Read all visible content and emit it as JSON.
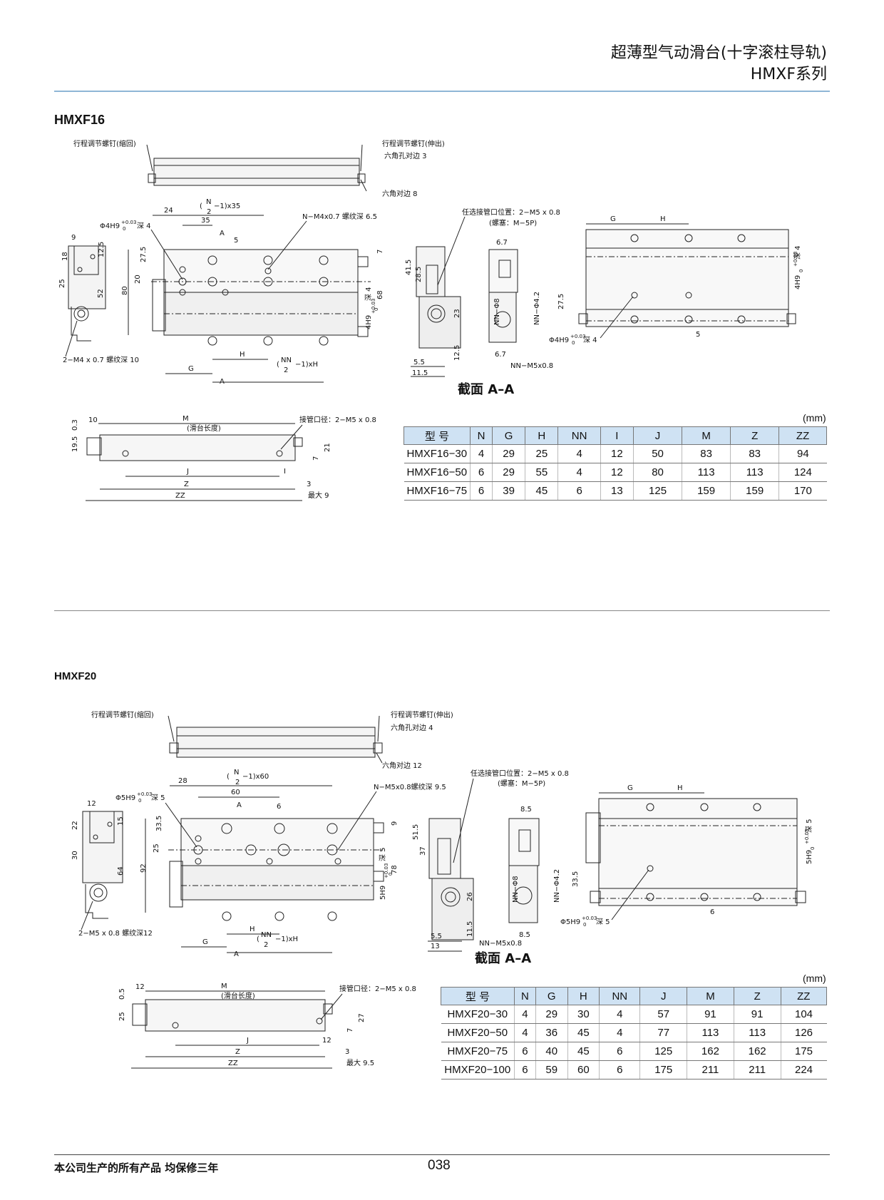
{
  "header": {
    "title_line1": "超薄型气动滑台(十字滚柱导轨)",
    "title_line2": "HMXF系列"
  },
  "s1": {
    "title": "HMXF16",
    "caption": "截面 A–A",
    "unit": "(mm)",
    "labels": {
      "retract": "行程调节螺钉(缩回)",
      "extend": "行程调节螺钉(伸出)",
      "hex_hole": "六角孔对边 3",
      "hex_flat": "六角对边 8",
      "n_spacing_a": "(",
      "n_spacing_n": "N",
      "n_spacing_2": "2",
      "n_spacing_b": "−1)x35",
      "d24": "24",
      "d35": "35",
      "dA": "A",
      "d5": "5",
      "phi": "Φ4H9",
      "phi_tol": "+0.03",
      "phi_tol0": "0",
      "phi_depth": "深 4",
      "n_m4": "N−M4x0.7 螺纹深 6.5",
      "opt_port": "任选接管口位置：2−M5 x 0.8",
      "plug": "(螺塞：M−5P)",
      "d9": "9",
      "d18": "18",
      "d12_5": "12.5",
      "d25": "25",
      "d52": "52",
      "d27_5": "27.5",
      "d20": "20",
      "d80": "80",
      "d7": "7",
      "d68": "68",
      "deep4": "深 4",
      "h9": "4H9",
      "h9_tol": "+0.03",
      "h9_tol0": "0",
      "m4_bottom": "2−M4 x 0.7 螺纹深 10",
      "dH": "H",
      "dG": "G",
      "nn_a": "(",
      "nn_n": "NN",
      "nn_2": "2",
      "nn_b": "−1)xH",
      "d41_5": "41.5",
      "d28_5": "28.5",
      "d23": "23",
      "d12_5b": "12.5",
      "d5_5": "5.5",
      "d11_5": "11.5",
      "d6_7": "6.7",
      "nn_phi8": "NN−Φ8",
      "nn_phi4_2": "NN−Φ4.2",
      "d6_7b": "6.7",
      "nn_m5": "NN−M5x0.8",
      "rG": "G",
      "rH": "H",
      "r27_5": "27.5",
      "r_phi": "Φ4H9",
      "r_phi_tol": "+0.03",
      "r_phi_tol0": "0",
      "r_depth": "深 4",
      "r5": "5",
      "r_h9": "4H9",
      "r_h9_tol": "+0.03",
      "r_h9_tol0": "0",
      "r_deep": "深 4",
      "b10": "10",
      "bM": "M",
      "b_slide": "(滑台长度)",
      "b_port": "接管口径：2−M5 x 0.8",
      "b0_3": "0.3",
      "b19_5": "19.5",
      "b21": "21",
      "b7": "7",
      "bJ": "J",
      "bI": "I",
      "bZ": "Z",
      "b3": "3",
      "bZZ": "ZZ",
      "b_max": "最大 9"
    },
    "table": {
      "headers": [
        "型 号",
        "N",
        "G",
        "H",
        "NN",
        "I",
        "J",
        "M",
        "Z",
        "ZZ"
      ],
      "rows": [
        [
          "HMXF16−30",
          "4",
          "29",
          "25",
          "4",
          "12",
          "50",
          "83",
          "83",
          "94"
        ],
        [
          "HMXF16−50",
          "6",
          "29",
          "55",
          "4",
          "12",
          "80",
          "113",
          "113",
          "124"
        ],
        [
          "HMXF16−75",
          "6",
          "39",
          "45",
          "6",
          "13",
          "125",
          "159",
          "159",
          "170"
        ]
      ]
    }
  },
  "s2": {
    "title": "HMXF20",
    "caption": "截面 A–A",
    "unit": "(mm)",
    "labels": {
      "retract": "行程调节螺钉(缩回)",
      "extend": "行程调节螺钉(伸出)",
      "hex_hole": "六角孔对边 4",
      "hex_flat": "六角对边 12",
      "n_spacing_a": "(",
      "n_spacing_n": "N",
      "n_spacing_2": "2",
      "n_spacing_b": "−1)x60",
      "d28": "28",
      "d60": "60",
      "dA": "A",
      "d6": "6",
      "phi": "Φ5H9",
      "phi_tol": "+0.03",
      "phi_tol0": "0",
      "phi_depth": "深 5",
      "n_m5": "N−M5x0.8螺纹深 9.5",
      "opt_port": "任选接管口位置：2−M5 x 0.8",
      "plug": "(螺塞：M−5P)",
      "d12": "12",
      "d22": "22",
      "d15": "15",
      "d30": "30",
      "d64": "64",
      "d33_5": "33.5",
      "d25": "25",
      "d92": "92",
      "d9": "9",
      "d78": "78",
      "deep5": "深 5",
      "h9": "5H9",
      "h9_tol": "+0.03",
      "h9_tol0": "0",
      "m5_bottom": "2−M5 x 0.8 螺纹深12",
      "dH": "H",
      "dG": "G",
      "nn_a": "(",
      "nn_n": "NN",
      "nn_2": "2",
      "nn_b": "−1)xH",
      "d51_5": "51.5",
      "d37": "37",
      "d26": "26",
      "d11_5": "11.5",
      "d5_5": "5.5",
      "d13": "13",
      "d8_5": "8.5",
      "nn_phi8": "NN−Φ8",
      "nn_phi4_2": "NN−Φ4.2",
      "d8_5b": "8.5",
      "nn_m5": "NN−M5x0.8",
      "rG": "G",
      "rH": "H",
      "r33_5": "33.5",
      "r_phi": "Φ5H9",
      "r_phi_tol": "+0.03",
      "r_phi_tol0": "0",
      "r_depth": "深 5",
      "r6": "6",
      "r_h9": "5H9",
      "r_h9_tol": "+0.03",
      "r_h9_tol0": "0",
      "r_deep": "深 5",
      "b12": "12",
      "bM": "M",
      "b_slide": "(滑台长度)",
      "b_port": "接管口径：2−M5 x 0.8",
      "b0_5": "0.5",
      "b25": "25",
      "b27": "27",
      "b7": "7",
      "bJ": "J",
      "b12b": "12",
      "bZ": "Z",
      "b3": "3",
      "bZZ": "ZZ",
      "b_max": "最大 9.5"
    },
    "table": {
      "headers": [
        "型 号",
        "N",
        "G",
        "H",
        "NN",
        "J",
        "M",
        "Z",
        "ZZ"
      ],
      "rows": [
        [
          "HMXF20−30",
          "4",
          "29",
          "30",
          "4",
          "57",
          "91",
          "91",
          "104"
        ],
        [
          "HMXF20−50",
          "4",
          "36",
          "45",
          "4",
          "77",
          "113",
          "113",
          "126"
        ],
        [
          "HMXF20−75",
          "6",
          "40",
          "45",
          "6",
          "125",
          "162",
          "162",
          "175"
        ],
        [
          "HMXF20−100",
          "6",
          "59",
          "60",
          "6",
          "175",
          "211",
          "211",
          "224"
        ]
      ]
    }
  },
  "footer": {
    "warranty": "本公司生产的所有产品  均保修三年",
    "page_number": "038"
  }
}
